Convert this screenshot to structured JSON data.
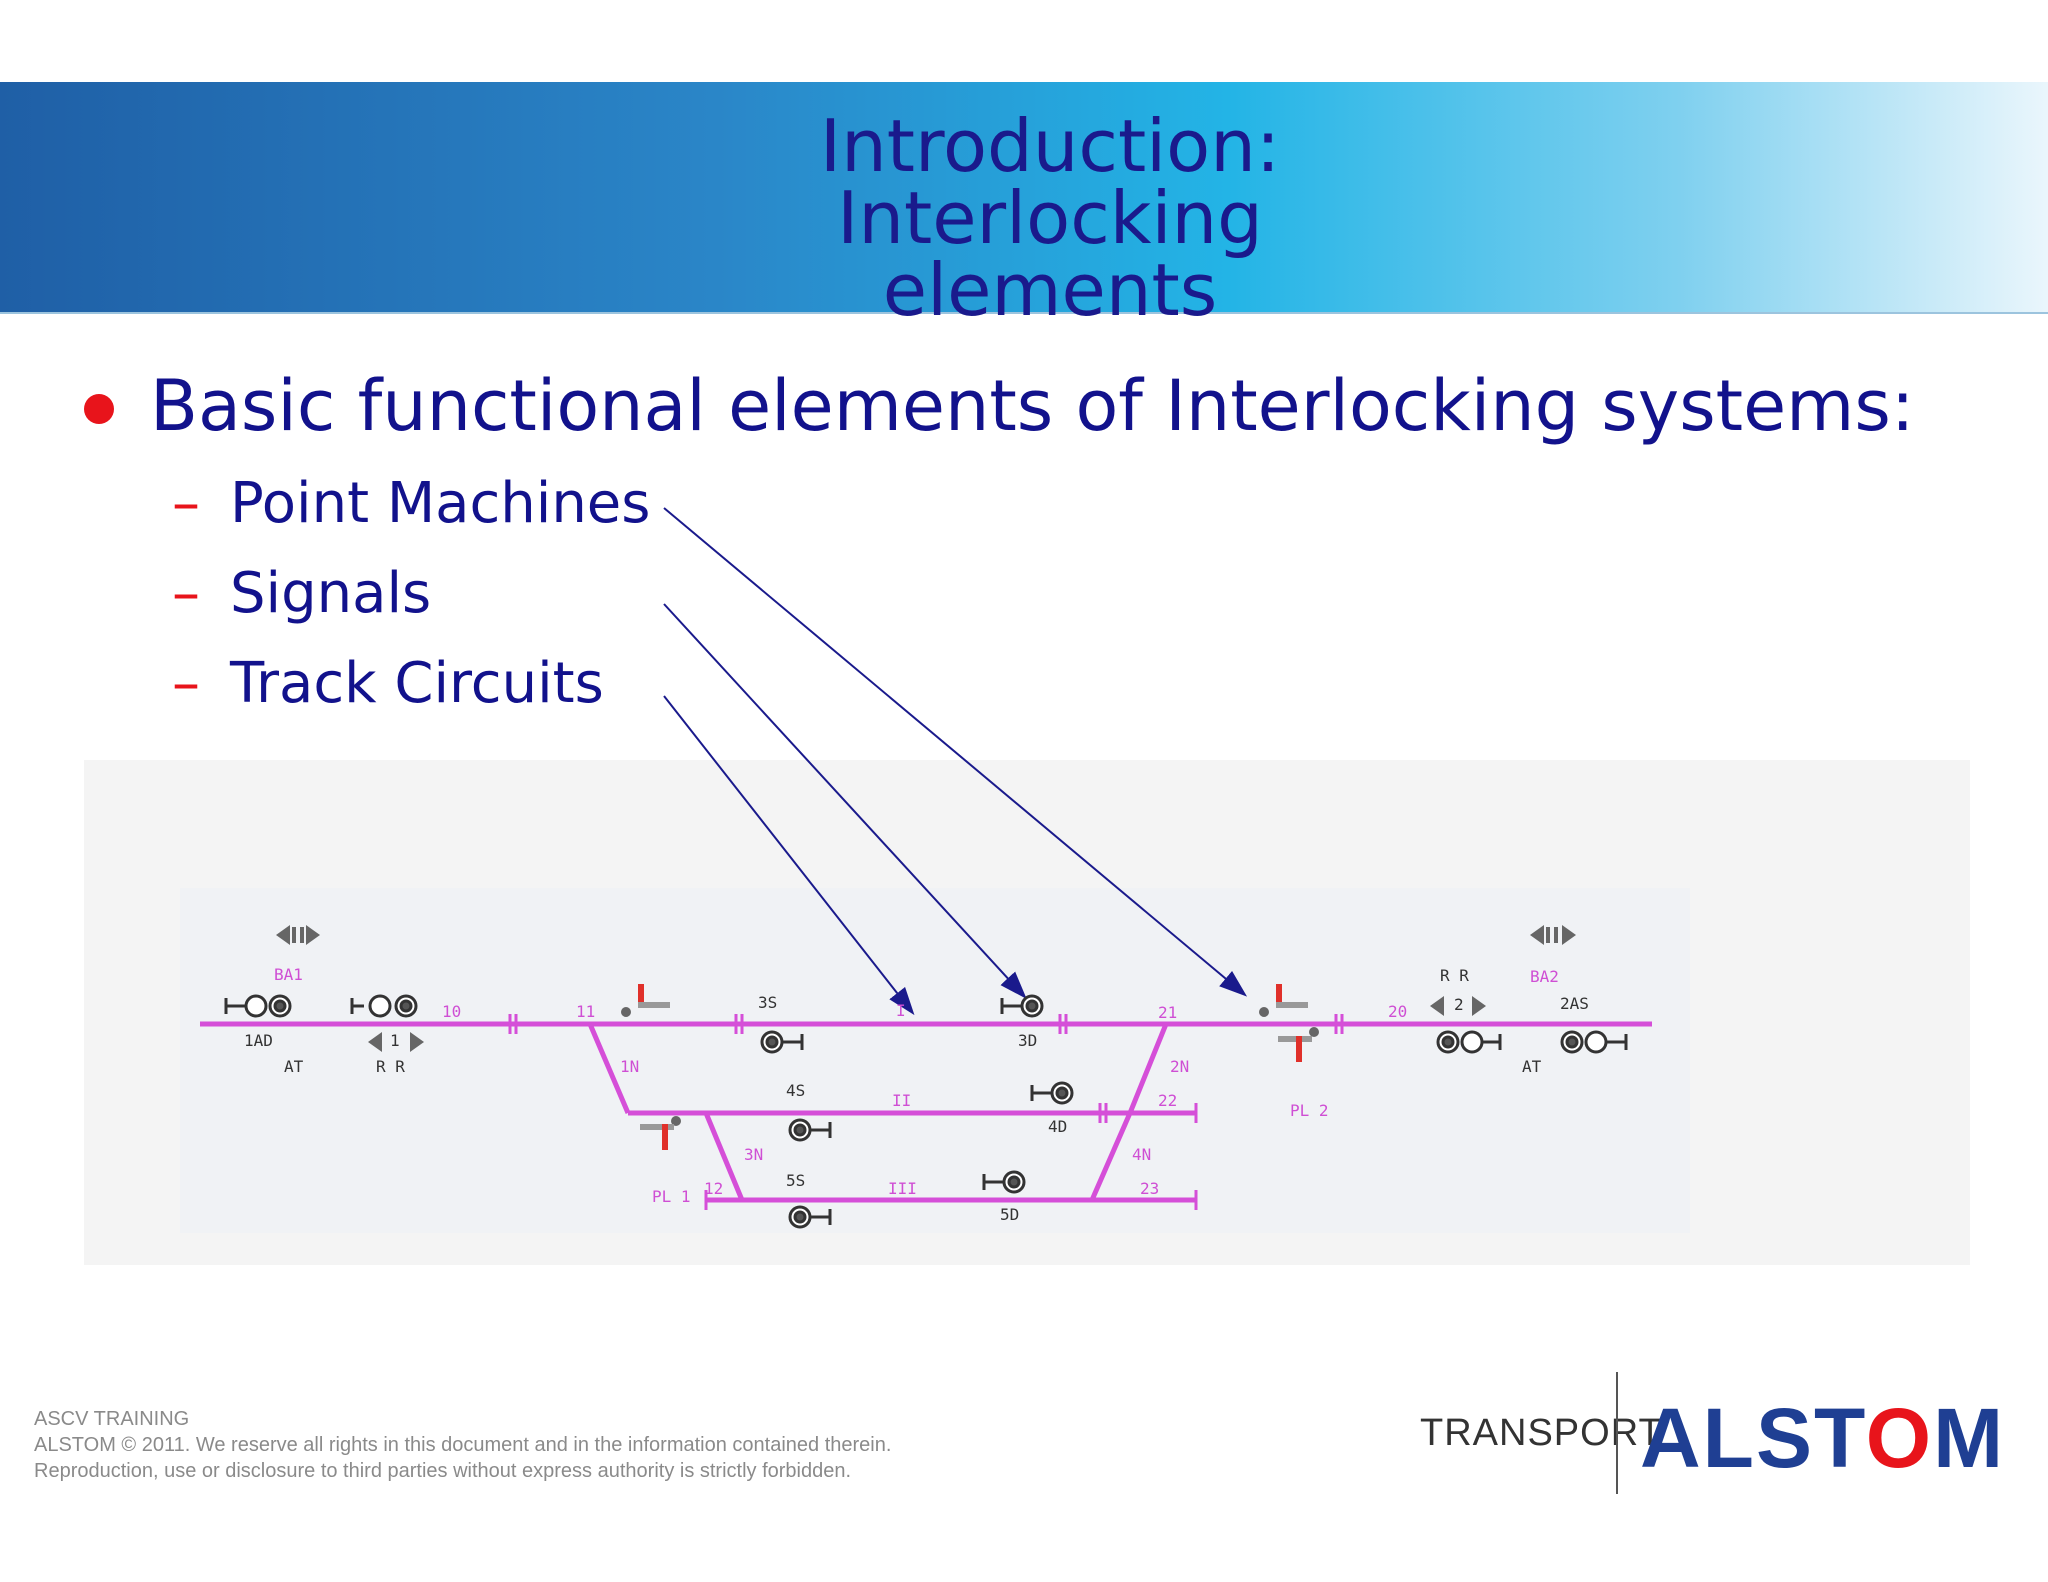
{
  "header": {
    "title": "Introduction: Interlocking\nelements"
  },
  "content": {
    "bullet": "Basic functional elements of Interlocking systems:",
    "subitems": [
      "Point Machines",
      "Signals",
      "Track Circuits"
    ],
    "dash": "–"
  },
  "diagram": {
    "labels": {
      "ba1": "BA1",
      "ba2": "BA2",
      "ad1": "1AD",
      "as2": "2AS",
      "at_left": "AT",
      "at_right": "AT",
      "rr_left": "R R",
      "rr_right": "R R",
      "t10": "10",
      "t11": "11",
      "t20": "20",
      "t21": "21",
      "t22": "22",
      "t23": "23",
      "t12": "12",
      "s3s": "3S",
      "s3d": "3D",
      "s4s": "4S",
      "s4d": "4D",
      "s5s": "5S",
      "s5d": "5D",
      "n1": "1N",
      "n2": "2N",
      "n3": "3N",
      "n4": "4N",
      "pl1": "PL 1",
      "pl2": "PL 2",
      "one": "1",
      "two": "2",
      "roman1": "I",
      "roman2": "II",
      "roman3": "III"
    },
    "colors": {
      "track": "#d54fd8",
      "label": "#cf4fd4",
      "signal": "#333333",
      "point": "#e0302a",
      "arrow": "#1a1a8c"
    }
  },
  "footer": {
    "line1": "ASCV TRAINING",
    "line2": "ALSTOM © 2011. We reserve all rights in this document and in the information contained therein.",
    "line3": "Reproduction, use or disclosure to third parties without express authority is strictly forbidden."
  },
  "logo": {
    "transport": "TRANSPORT",
    "brand_before": "ALST",
    "brand_o": "O",
    "brand_after": "M"
  }
}
